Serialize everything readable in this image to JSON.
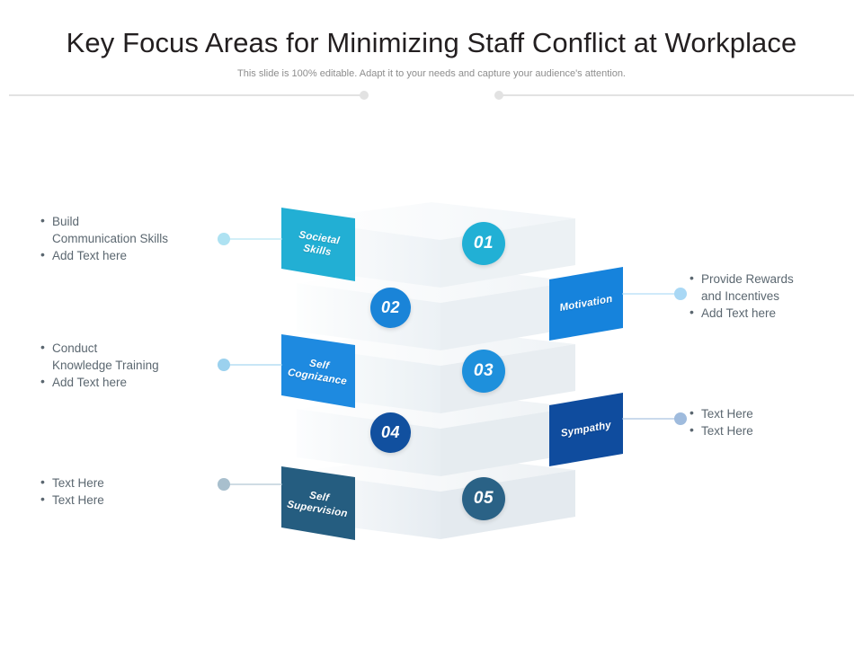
{
  "header": {
    "title": "Key Focus Areas for Minimizing Staff Conflict at Workplace",
    "subtitle": "This slide is 100% editable. Adapt it to your needs and capture your audience's attention."
  },
  "diagram": {
    "numbers": [
      {
        "label": "01",
        "color": "#21b0d5"
      },
      {
        "label": "02",
        "color": "#1a84d8"
      },
      {
        "label": "03",
        "color": "#1e90dc"
      },
      {
        "label": "04",
        "color": "#11509f"
      },
      {
        "label": "05",
        "color": "#2a6286"
      }
    ],
    "tabs": [
      {
        "line1": "Societal",
        "line2": "Skills",
        "color": "#22afd4",
        "side": "left"
      },
      {
        "line1": "Motivation",
        "line2": "",
        "color": "#1683dc",
        "side": "right"
      },
      {
        "line1": "Self",
        "line2": "Cognizance",
        "color": "#1e8ae0",
        "side": "left"
      },
      {
        "line1": "Sympathy",
        "line2": "",
        "color": "#0f4c9e",
        "side": "right"
      },
      {
        "line1": "Self",
        "line2": "Supervision",
        "color": "#255d80",
        "side": "left"
      }
    ]
  },
  "callouts": {
    "left": [
      {
        "bullets": [
          "Build\nCommunication Skills",
          "Add Text here"
        ],
        "connector_color": "#aee2f2"
      },
      {
        "bullets": [
          "Conduct\nKnowledge Training",
          "Add Text here"
        ],
        "connector_color": "#9bd1ee"
      },
      {
        "bullets": [
          "Text Here",
          "Text Here"
        ],
        "connector_color": "#a8bfcd"
      }
    ],
    "right": [
      {
        "bullets": [
          "Provide Rewards\nand Incentives",
          "Add Text here"
        ],
        "connector_color": "#a9d8f5"
      },
      {
        "bullets": [
          "Text Here",
          "Text Here"
        ],
        "connector_color": "#9fbbdd"
      }
    ]
  }
}
